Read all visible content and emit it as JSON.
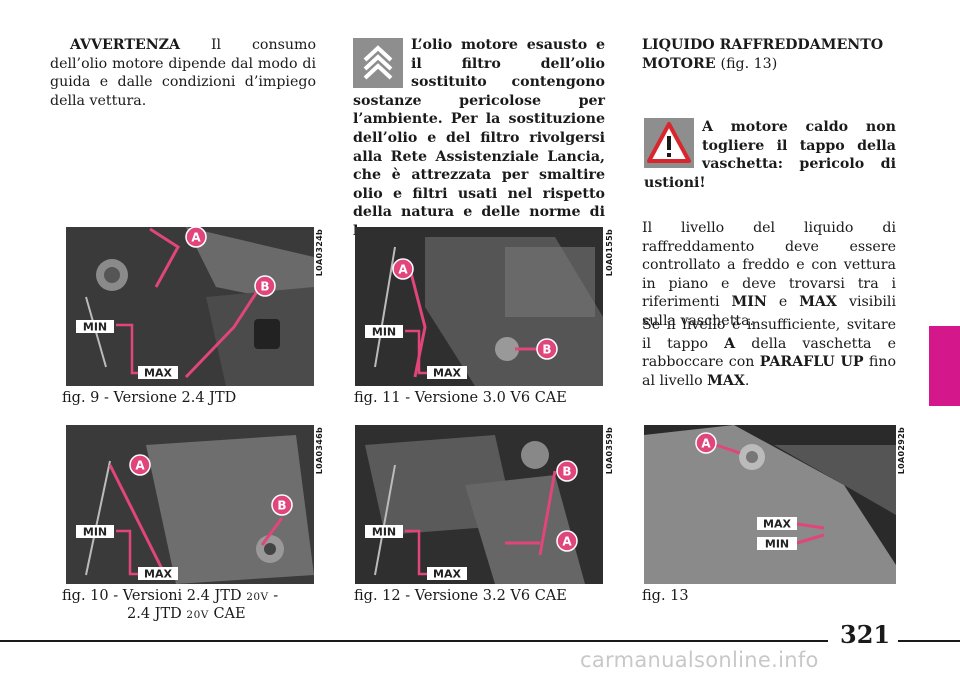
{
  "col1": {
    "warning_lead": "AVVERTENZA",
    "warning_text": " Il consumo dell’olio motore dipende dal modo di guida e dalle condizioni d’impiego della vettura."
  },
  "col2": {
    "eco_icon": "recycle-chevron-icon",
    "eco_text": "L’olio motore esausto e il filtro dell’olio sostituito contengono sostanze pericolose per l’ambiente. Per la sostituzione dell’olio e del filtro rivolgersi alla Rete Assistenziale Lancia, che è attrezzata per smaltire olio e filtri usati nel rispetto della natura e delle norme di legge."
  },
  "col3": {
    "heading_line1": "LIQUIDO RAFFREDDAMENTO",
    "heading_line2_main": "MOTORE",
    "heading_line2_ref": "(fig. 13)",
    "danger_icon": "warning-triangle-icon",
    "danger_text": "A motore caldo non togliere il tappo della vaschetta: pericolo di ustioni!",
    "p1_a": "Il livello del liquido di raffreddamento deve essere controllato a freddo e con vettura in piano e deve trovarsi tra i riferimenti ",
    "p1_min": "MIN",
    "p1_b": " e ",
    "p1_max": "MAX",
    "p1_c": " visibili sulla vaschetta.",
    "p2_a": "Se il livello è insufficiente, svitare il tappo ",
    "p2_A": "A",
    "p2_b": " della vaschetta e rabboccare con ",
    "p2_product": "PARAFLU UP",
    "p2_c": " fino al livello ",
    "p2_max": "MAX",
    "p2_d": "."
  },
  "figures": {
    "fig9": {
      "code": "L0A0324b",
      "caption": "fig. 9 - Versione 2.4 JTD"
    },
    "fig10": {
      "code": "L0A0346b",
      "caption_a": "fig. 10 - Versioni 2.4 JTD ",
      "caption_sc1": "20V",
      "caption_b": " -",
      "caption_c": "2.4 JTD ",
      "caption_sc2": "20V",
      "caption_d": " CAE"
    },
    "fig11": {
      "code": "L0A0155b",
      "caption": "fig. 11 - Versione 3.0 V6 CAE"
    },
    "fig12": {
      "code": "L0A0359b",
      "caption": "fig. 12 - Versione 3.2 V6 CAE"
    },
    "fig13": {
      "code": "L0A0292b",
      "caption": "fig. 13"
    }
  },
  "labels": {
    "a": "A",
    "b": "B",
    "min": "MIN",
    "max": "MAX"
  },
  "page_number": "321",
  "watermark": "carmanualsonline.info",
  "colors": {
    "accent_tab": "#d4188c",
    "label_pink": "#e0457b",
    "danger_red": "#d8262d"
  }
}
